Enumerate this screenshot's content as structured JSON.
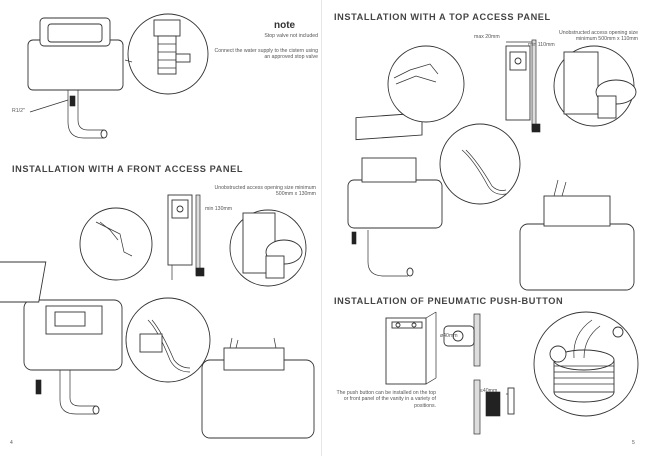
{
  "left_page": {
    "note": {
      "title": "note",
      "subtitle": "Stop valve not included",
      "body": "Connect the water supply to the cistern using an approved stop valve"
    },
    "label_r12": "R1/2\"",
    "front_panel": {
      "heading": "INSTALLATION WITH A FRONT ACCESS PANEL",
      "caption": "Unobstructed access opening size minimum 500mm x 130mm",
      "dim_label": "min 130mm"
    },
    "page_number": "4"
  },
  "right_page": {
    "top_panel": {
      "heading": "INSTALLATION WITH A TOP ACCESS PANEL",
      "caption": "Unobstructed access opening size minimum 500mm x 110mm",
      "dim_label_1": "max 20mm",
      "dim_label_2": "min 110mm"
    },
    "pneumatic": {
      "heading": "INSTALLATION OF PNEUMATIC PUSH-BUTTON",
      "caption": "The push button can be installed on the top or front panel of the vanity in a variety of positions.",
      "dim_label_1": "ø40mm",
      "dim_label_2": "≤40mm"
    },
    "page_number": "5"
  }
}
